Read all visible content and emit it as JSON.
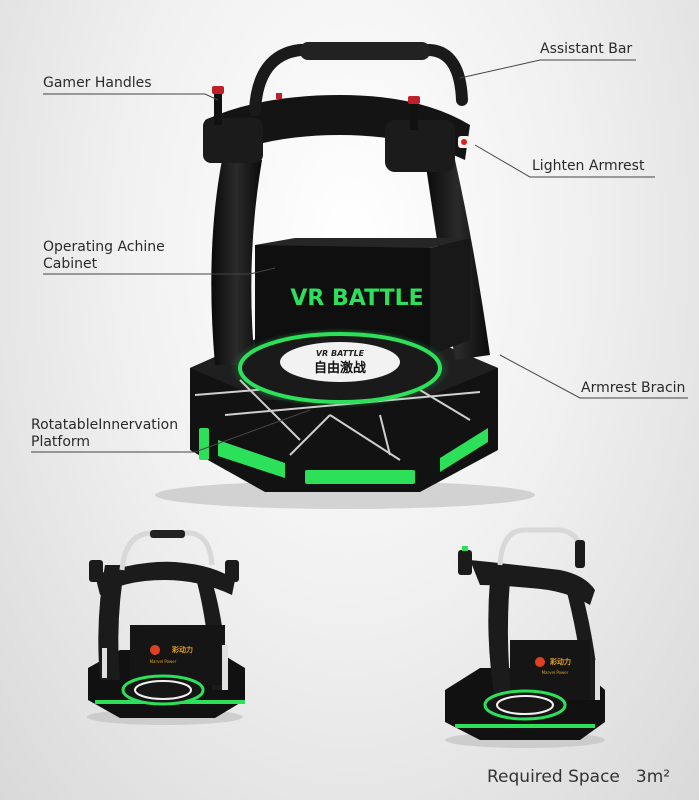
{
  "labels": {
    "gamer_handles": "Gamer Handles",
    "assistant_bar": "Assistant Bar",
    "lighten_armrest": "Lighten Armrest",
    "operating_cabinet_line1": "Operating Achine",
    "operating_cabinet_line2": "Cabinet",
    "armrest_bracing": "Armrest Bracin",
    "platform_line1": "RotatableInnervation",
    "platform_line2": "Platform"
  },
  "machine": {
    "sign_text": "VR BATTLE",
    "disc_title": "VR BATTLE",
    "disc_cn": "自由激战",
    "brand_cn": "彩动力",
    "brand_en": "Marvel Power"
  },
  "footer": {
    "required_space_label": "Required Space",
    "required_space_value": "3m²"
  },
  "colors": {
    "neon_green": "#2de05a",
    "machine_black": "#151515",
    "label_text": "#2a2a2a"
  }
}
